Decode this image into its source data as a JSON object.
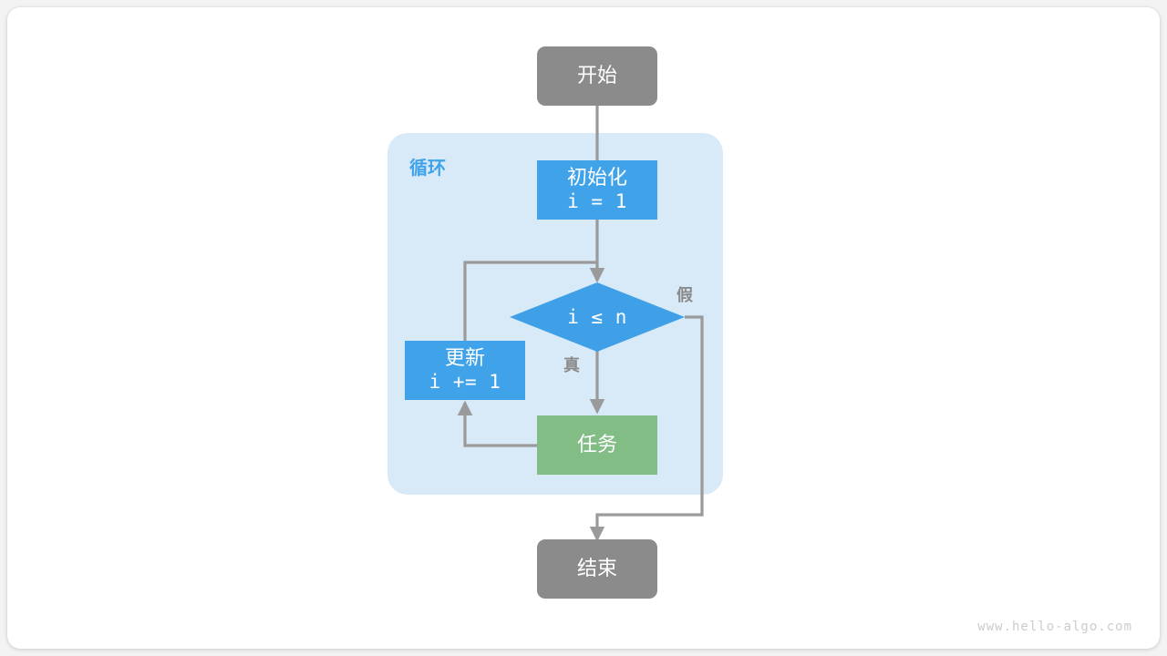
{
  "diagram": {
    "title": "for-loop-flowchart",
    "watermark": "www.hello-algo.com",
    "colors": {
      "start_end_fill": "#8b8b8b",
      "process_fill": "#40a3ea",
      "decision_fill": "#3fa0e8",
      "task_fill": "#82bd86",
      "loop_container_fill": "#d8eaf8",
      "edge_stroke": "#9a9a9a",
      "label_text": "#8a8a8a",
      "loop_title_text": "#40a3ea",
      "node_text": "#ffffff",
      "page_background": "#f3f3f3",
      "card_background": "#ffffff",
      "watermark_text": "#cccccc"
    },
    "loop_container": {
      "label": "循环"
    },
    "nodes": [
      {
        "id": "start",
        "shape": "rounded-rect",
        "label": "开始",
        "sub": ""
      },
      {
        "id": "init",
        "shape": "rect",
        "label": "初始化",
        "sub": "i = 1"
      },
      {
        "id": "cond",
        "shape": "diamond",
        "label": "i ≤ n",
        "sub": ""
      },
      {
        "id": "update",
        "shape": "rect",
        "label": "更新",
        "sub": "i += 1"
      },
      {
        "id": "task",
        "shape": "rect",
        "label": "任务",
        "sub": ""
      },
      {
        "id": "end",
        "shape": "rounded-rect",
        "label": "结束",
        "sub": ""
      }
    ],
    "edge_labels": [
      {
        "id": "true-label",
        "text": "真"
      },
      {
        "id": "false-label",
        "text": "假"
      }
    ]
  }
}
